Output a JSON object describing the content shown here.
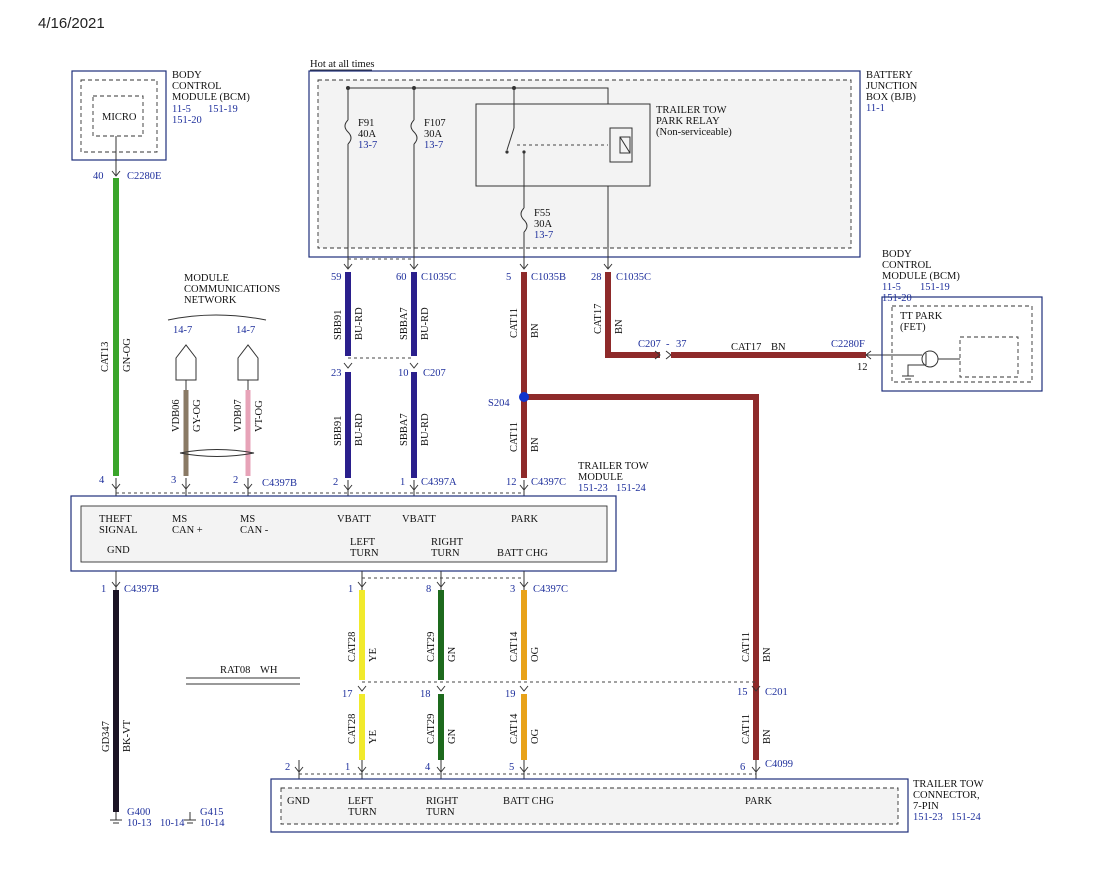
{
  "date": "4/16/2021",
  "colors": {
    "cat13": "#3aa52a",
    "bu_rd": "#2a1f8c",
    "bn": "#8e2a2a",
    "vdb06": "#8a7a65",
    "vdb07": "#e7a3b8",
    "ye": "#f1ea2c",
    "gn": "#1d6a1d",
    "og": "#e8a219",
    "bk_vt": "#1a1424",
    "splice": "#1133cc"
  },
  "bcm_top": {
    "label1": "BODY",
    "label2": "CONTROL",
    "label3": "MODULE (BCM)",
    "ref1": "11-5",
    "ref2": "151-19",
    "ref3": "151-20",
    "micro": "MICRO"
  },
  "bjb": {
    "hot": "Hot at all times",
    "label1": "BATTERY",
    "label2": "JUNCTION",
    "label3": "BOX (BJB)",
    "ref": "11-1",
    "f91": [
      "F91",
      "40A",
      "13-7"
    ],
    "f107": [
      "F107",
      "30A",
      "13-7"
    ],
    "f55": [
      "F55",
      "30A",
      "13-7"
    ],
    "relay": [
      "TRAILER TOW",
      "PARK RELAY",
      "(Non-serviceable)"
    ]
  },
  "network": {
    "label1": "MODULE",
    "label2": "COMMUNICATIONS",
    "label3": "NETWORK",
    "ref_left": "14-7",
    "ref_right": "14-7"
  },
  "bcm_right": {
    "label1": "BODY",
    "label2": "CONTROL",
    "label3": "MODULE (BCM)",
    "ref1": "11-5",
    "ref2": "151-19",
    "ref3": "151-20",
    "tt_park1": "TT PARK",
    "tt_park2": "(FET)",
    "pin": "12",
    "connector": "C2280F"
  },
  "connectors": {
    "c2280e": "C2280E",
    "pin40": "40",
    "c1035c": "C1035C",
    "pin59": "59",
    "pin60": "60",
    "c1035b": "C1035B",
    "pin5": "5",
    "c1035c2": "C1035C",
    "pin28": "28",
    "c207a": "C207",
    "pin23": "23",
    "pin10": "10",
    "c207b": "C207",
    "dash": "-",
    "pin37": "37",
    "s204": "S204",
    "c4397b": "C4397B",
    "pin4": "4",
    "pin3": "3",
    "pin2": "2",
    "c4397a": "C4397A",
    "pin2a": "2",
    "pin1a": "1",
    "c4397c": "C4397C",
    "pin12": "12",
    "c4397b2": "C4397B",
    "pin1b": "1",
    "c4397c2": "C4397C",
    "pin1c": "1",
    "pin8": "8",
    "pin3c": "3",
    "c201": "C201",
    "pin17": "17",
    "pin18": "18",
    "pin19": "19",
    "pin15": "15",
    "c4099": "C4099",
    "pin2d": "2",
    "pin1d": "1",
    "pin4d": "4",
    "pin5d": "5",
    "pin6d": "6",
    "g400": "G400",
    "g400ref": "10-13",
    "g415": "G415",
    "g415ref1": "10-14",
    "g415ref2": "10-14"
  },
  "wires": {
    "cat13": "CAT13",
    "gn_og": "GN-OG",
    "vdb06": "VDB06",
    "gy_og": "GY-OG",
    "vdb07": "VDB07",
    "vt_og": "VT-OG",
    "sbb91": "SBB91",
    "bu_rd": "BU-RD",
    "sbba7": "SBBA7",
    "cat11": "CAT11",
    "bn": "BN",
    "cat17": "CAT17",
    "cat28": "CAT28",
    "ye": "YE",
    "cat29": "CAT29",
    "gn": "GN",
    "cat14": "CAT14",
    "og": "OG",
    "gd347": "GD347",
    "bk_vt": "BK-VT",
    "rat08": "RAT08",
    "wh": "WH"
  },
  "ttm": {
    "label1": "TRAILER TOW",
    "label2": "MODULE",
    "ref1": "151-23",
    "ref2": "151-24",
    "theft1": "THEFT",
    "theft2": "SIGNAL",
    "ms1a": "MS",
    "ms1b": "CAN +",
    "ms2a": "MS",
    "ms2b": "CAN -",
    "vbatt1": "VBATT",
    "vbatt2": "VBATT",
    "park": "PARK",
    "gnd": "GND",
    "left1": "LEFT",
    "left2": "TURN",
    "right1": "RIGHT",
    "right2": "TURN",
    "battchg": "BATT CHG"
  },
  "ttc": {
    "label1": "TRAILER TOW",
    "label2": "CONNECTOR,",
    "label3": "7-PIN",
    "ref1": "151-23",
    "ref2": "151-24",
    "gnd": "GND",
    "left1": "LEFT",
    "left2": "TURN",
    "right1": "RIGHT",
    "right2": "TURN",
    "battchg": "BATT CHG",
    "park": "PARK"
  }
}
